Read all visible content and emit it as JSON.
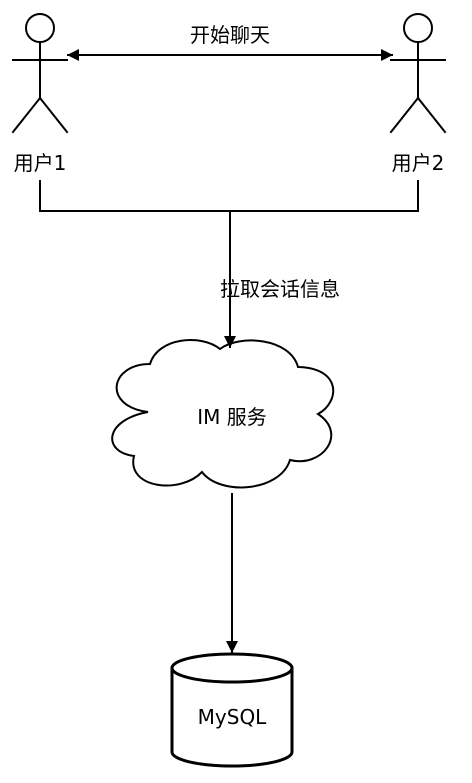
{
  "diagram": {
    "actors": [
      {
        "label": "用户1"
      },
      {
        "label": "用户2"
      }
    ],
    "edges": {
      "chat_label": "开始聊天",
      "fetch_label": "拉取会话信息"
    },
    "nodes": {
      "im_service": "IM 服务",
      "database": "MySQL"
    }
  }
}
